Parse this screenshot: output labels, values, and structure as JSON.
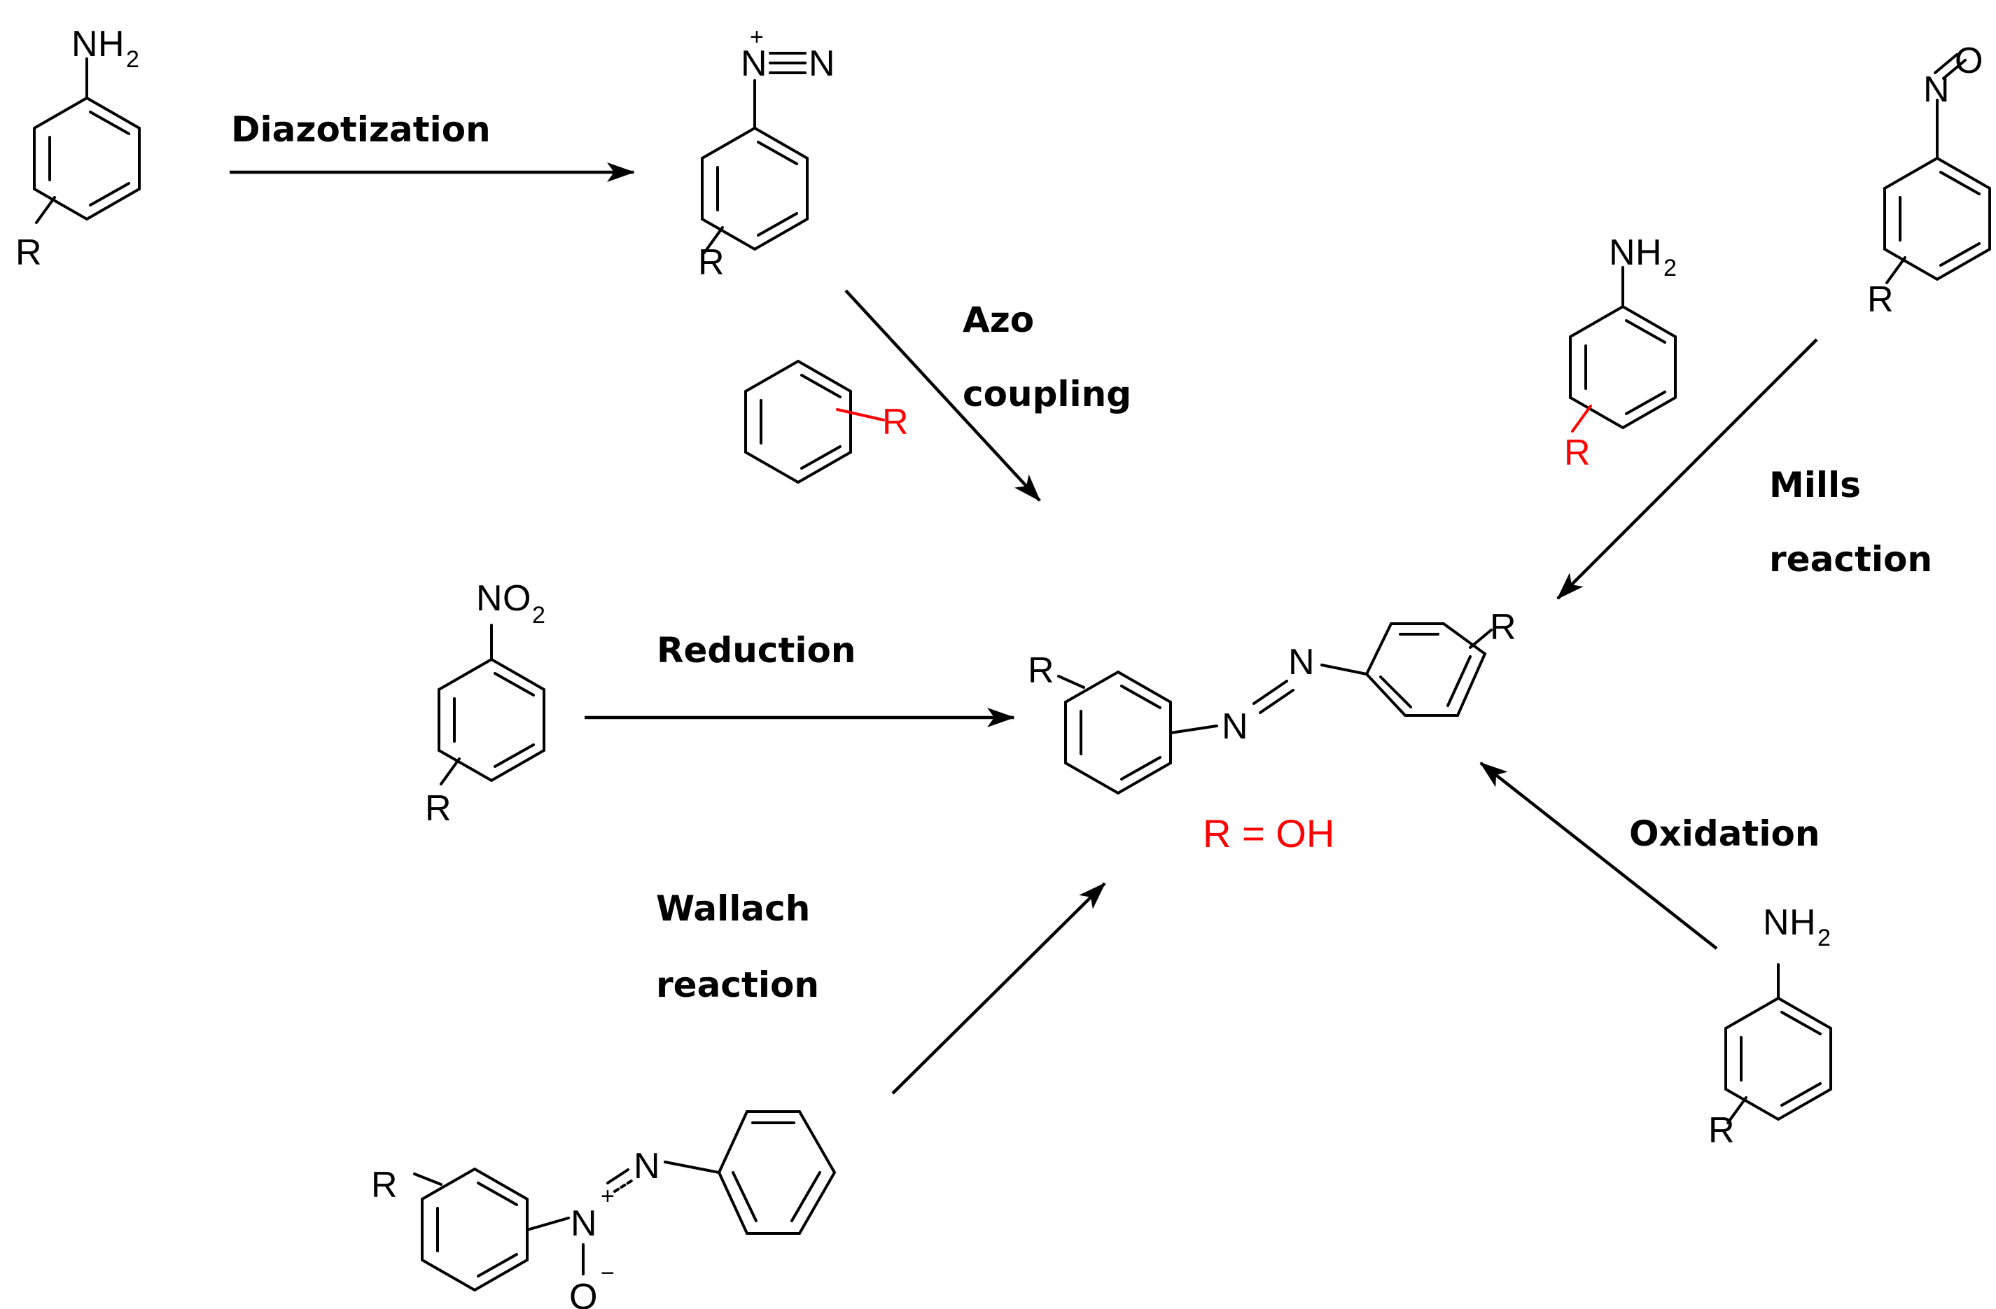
{
  "reactions": {
    "diazotization": "Diazotization",
    "azo_coupling_1": "Azo",
    "azo_coupling_2": "coupling",
    "mills_1": "Mills",
    "mills_2": "reaction",
    "reduction": "Reduction",
    "oxidation": "Oxidation",
    "wallach_1": "Wallach",
    "wallach_2": "reaction"
  },
  "note": "R = OH",
  "atoms": {
    "N": "N",
    "O": "O",
    "R": "R",
    "H": "H",
    "sub2": "2",
    "plus": "+",
    "minus": "−"
  },
  "colors": {
    "highlight": "#ff0000",
    "ink": "#000000"
  }
}
